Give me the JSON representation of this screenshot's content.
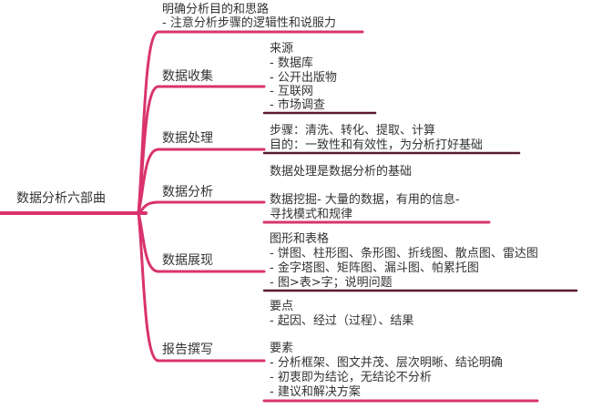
{
  "root": {
    "label": "数据分析六部曲"
  },
  "accent_color": "#d9336e",
  "underline_color": "#5a1a30",
  "branches": [
    {
      "id": "goal",
      "label": "明确分析目的和思路",
      "lines": [
        "- 注意分析步骤的逻辑性和说服力"
      ]
    },
    {
      "id": "collect",
      "label": "数据收集",
      "lines": [
        "来源",
        "- 数据库",
        "- 公开出版物",
        "- 互联网",
        "- 市场调查"
      ]
    },
    {
      "id": "process",
      "label": "数据处理",
      "lines": [
        "步骤：清洗、转化、提取、计算",
        "目的：一致性和有效性，为分析打好基础"
      ]
    },
    {
      "id": "analyze",
      "label": "数据分析",
      "lines": [
        "数据处理是数据分析的基础",
        "",
        "数据挖掘- 大量的数据，有用的信息-",
        "寻找模式和规律"
      ]
    },
    {
      "id": "present",
      "label": "数据展现",
      "lines": [
        "图形和表格",
        "- 饼图、柱形图、条形图、折线图、散点图、雷达图",
        "- 金字塔图、矩阵图、漏斗图、帕累托图",
        "- 图>表>字；说明问题"
      ]
    },
    {
      "id": "report",
      "label": "报告撰写",
      "lines": [
        "要点",
        "- 起因、经过（过程）、结果",
        "",
        "要素",
        "- 分析框架、图文并茂、层次明晰、结论明确",
        "- 初衷即为结论，无结论不分析",
        "- 建议和解决方案"
      ]
    }
  ]
}
